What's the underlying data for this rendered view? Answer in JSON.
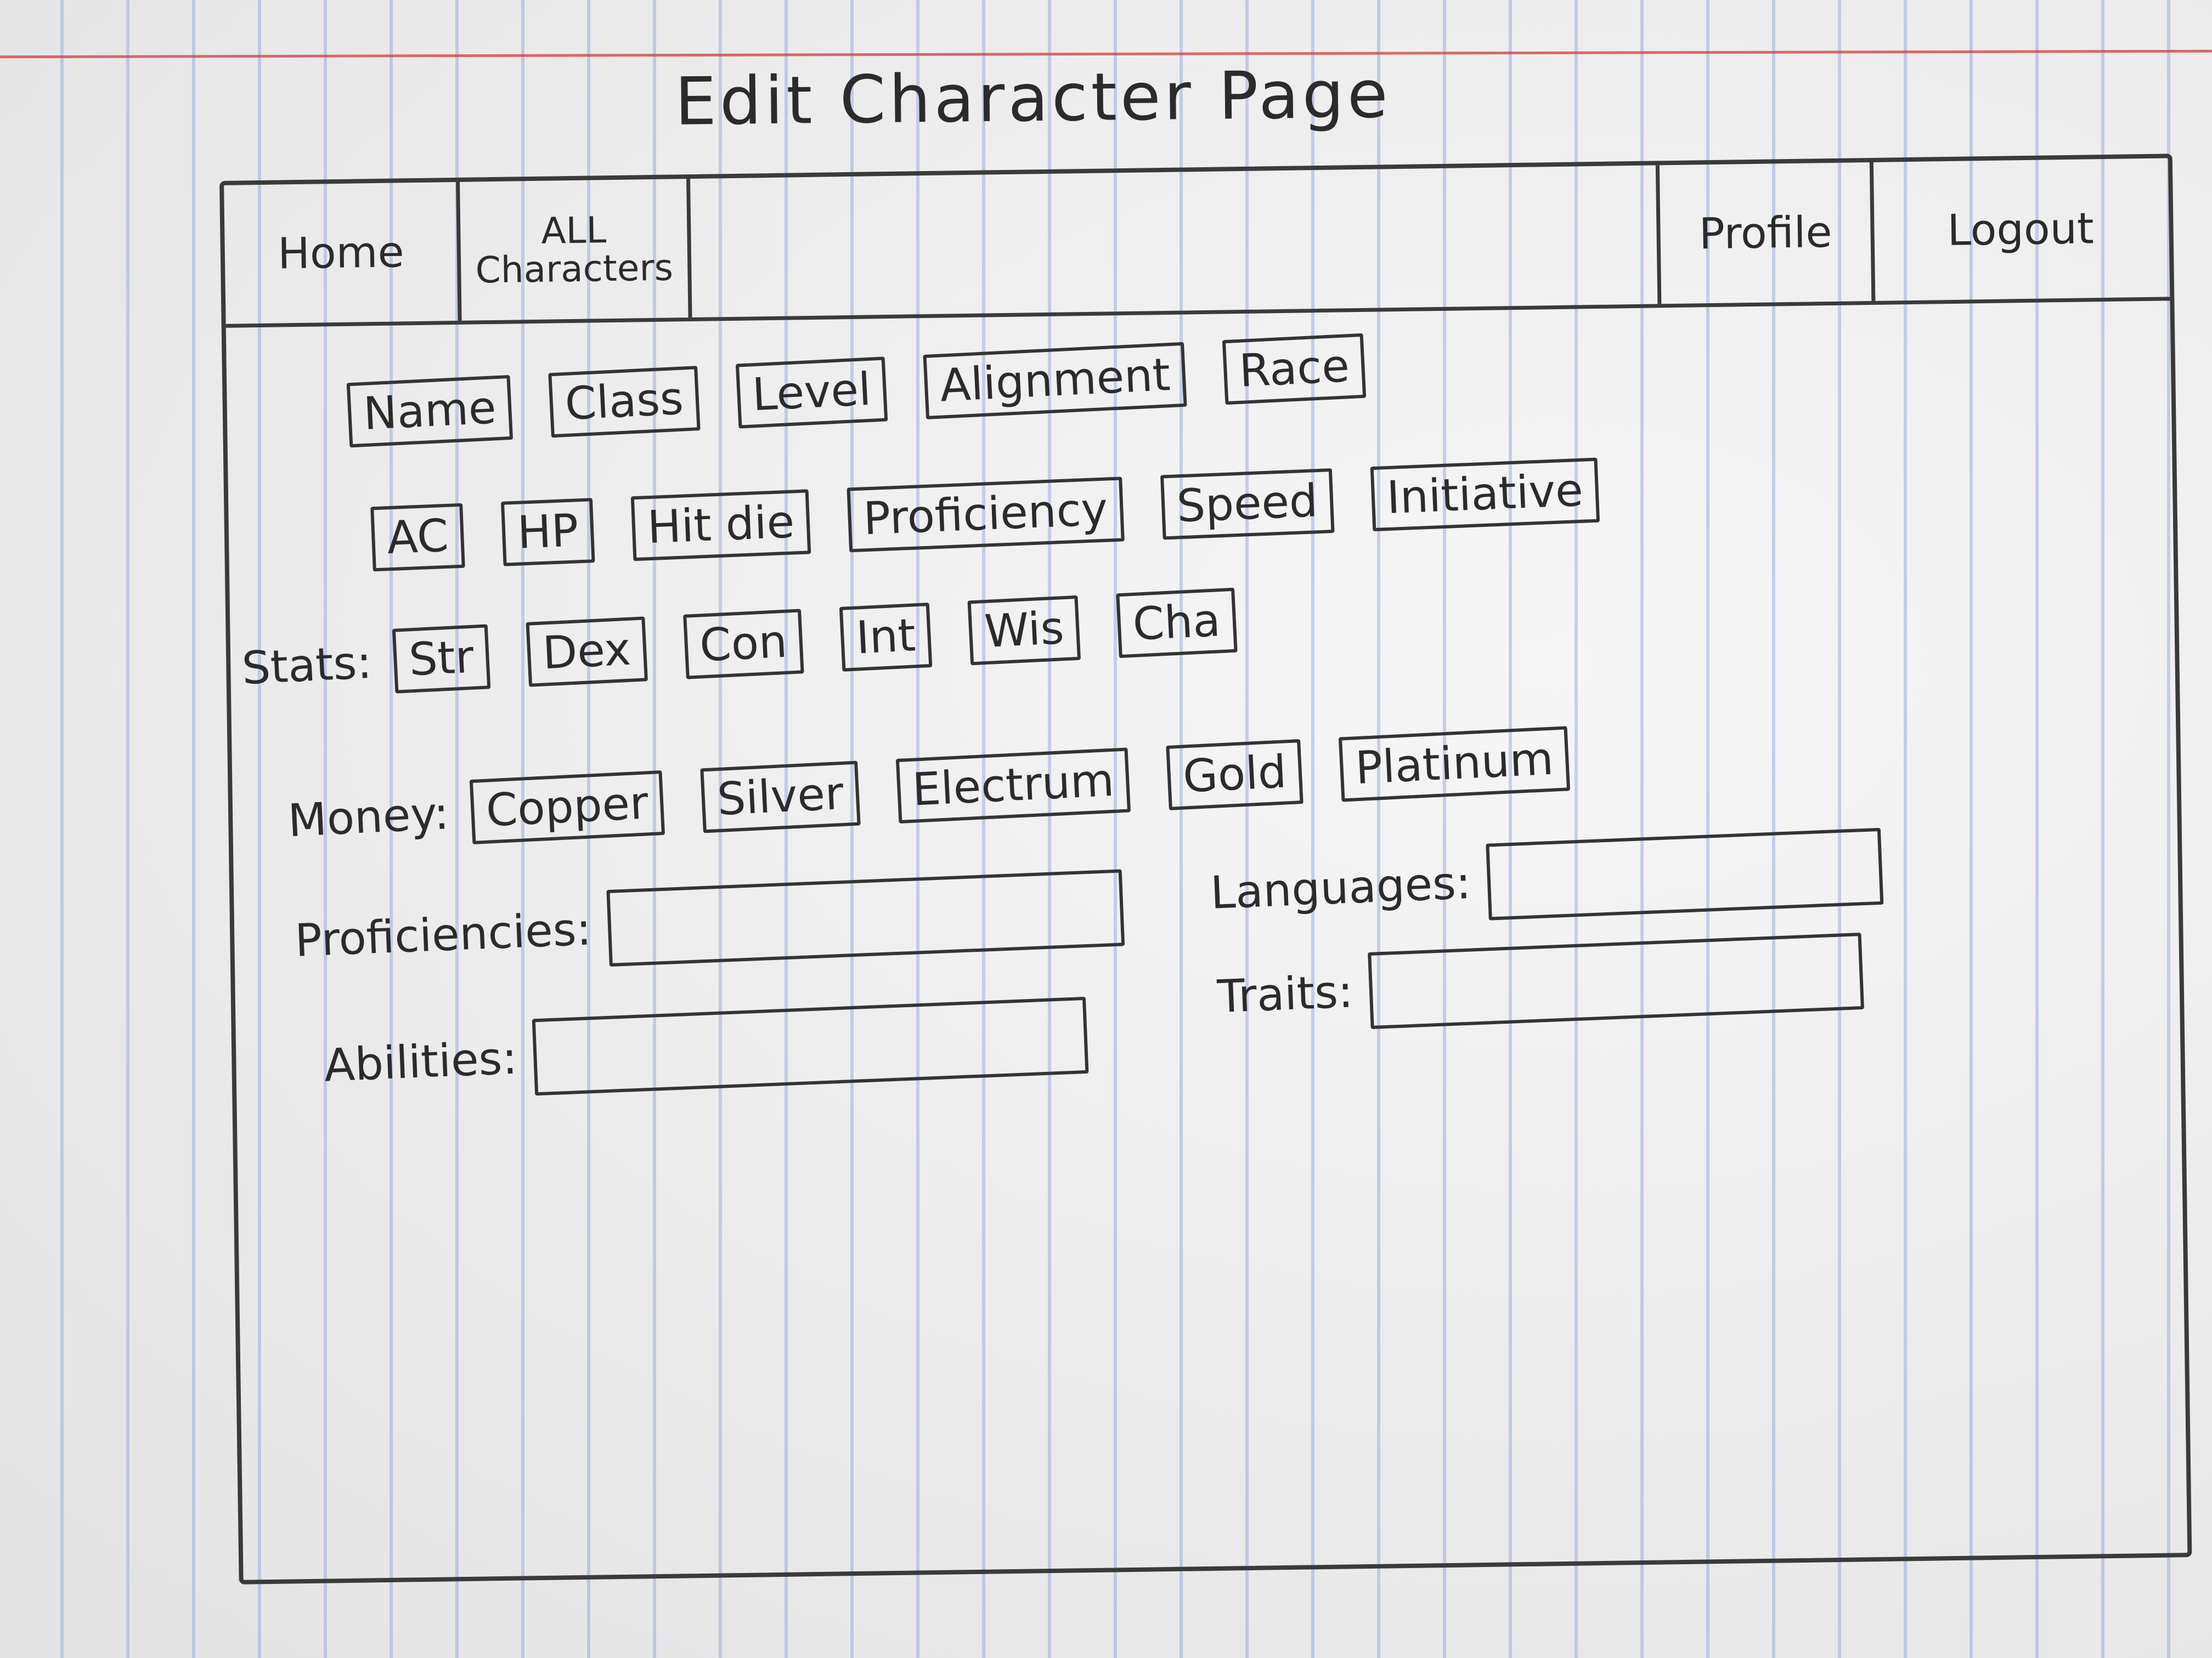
{
  "page": {
    "heading": "Edit Character Page"
  },
  "nav": {
    "home": "Home",
    "all_characters_line1": "ALL",
    "all_characters_line2": "Characters",
    "profile": "Profile",
    "logout": "Logout"
  },
  "fields": {
    "row1": [
      "Name",
      "Class",
      "Level",
      "Alignment",
      "Race"
    ],
    "row2": [
      "AC",
      "HP",
      "Hit die",
      "Proficiency",
      "Speed",
      "Initiative"
    ]
  },
  "stats": {
    "label": "Stats:",
    "items": [
      "Str",
      "Dex",
      "Con",
      "Int",
      "Wis",
      "Cha"
    ]
  },
  "money": {
    "label": "Money:",
    "items": [
      "Copper",
      "Silver",
      "Electrum",
      "Gold",
      "Platinum"
    ]
  },
  "long_fields": {
    "proficiencies": "Proficiencies:",
    "abilities": "Abilities:",
    "languages": "Languages:",
    "traits": "Traits:"
  }
}
